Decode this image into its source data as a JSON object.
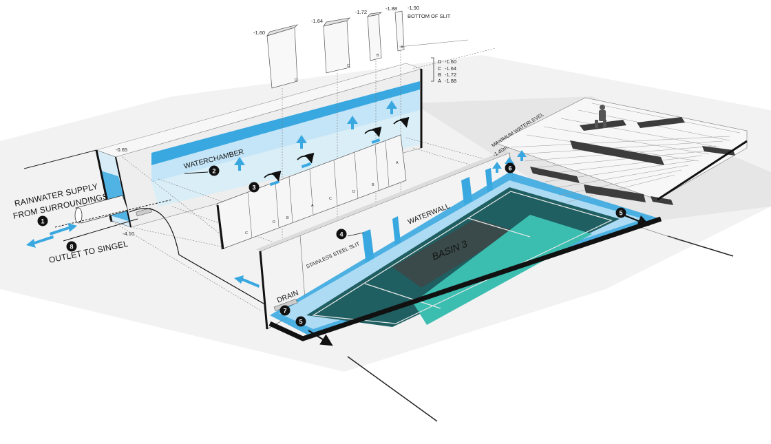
{
  "labels": {
    "rainwater_supply_line1": "RAINWATER SUPPLY",
    "rainwater_supply_line2": "FROM SURROUNDINGS",
    "outlet": "OUTLET TO SINGEL",
    "waterchamber": "WATERCHAMBER",
    "waterwall": "WATERWALL",
    "stainless_slit": "STAINLESS STEEL SLIT",
    "drain": "DRAIN",
    "basin": "BASIN 3",
    "max_waterlevel": "MAXIMUM WATERLEVEL",
    "max_waterlevel_value": "-1.40m.",
    "bottom_of_slit": "BOTTOM OF SLIT"
  },
  "levels": {
    "chamber_top": "-0.65",
    "chamber_bottom": "-4.10",
    "slit_d": "-1.60",
    "slit_c": "-1.64",
    "slit_b": "-1.72",
    "slit_a": "-1.88",
    "slit_bottom": "-1.90"
  },
  "slit_legend": [
    {
      "letter": "D",
      "value": "-1.60"
    },
    {
      "letter": "C",
      "value": "-1.64"
    },
    {
      "letter": "B",
      "value": "-1.72"
    },
    {
      "letter": "A",
      "value": "-1.88"
    }
  ],
  "panel_letters": {
    "a": "A",
    "b": "B",
    "c": "C",
    "d": "D"
  },
  "markers": {
    "m1": "1",
    "m2": "2",
    "m3": "3",
    "m4": "4",
    "m5": "5",
    "m6": "6",
    "m7": "7",
    "m8": "8"
  },
  "colors": {
    "water": "#3aa8e0",
    "water_light": "#bfe3f7",
    "court_dark": "#1f5f62",
    "court_light": "#3bbdb0",
    "court_grey": "#3a4a4a",
    "outline": "#111111",
    "ground": "#ededed"
  }
}
